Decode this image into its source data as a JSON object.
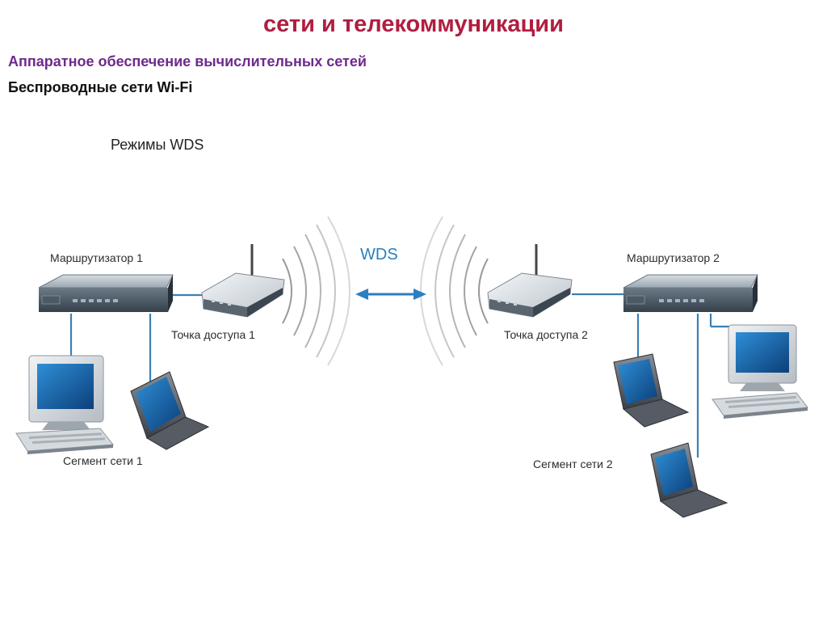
{
  "header": {
    "title": "сети и телекоммуникации",
    "subtitle": "Аппаратное обеспечение вычислительных сетей",
    "subtitle2": "Беспроводные сети Wi-Fi"
  },
  "diagram": {
    "heading": "Режимы WDS",
    "link_label": "WDS",
    "router1_label": "Маршрутизатор 1",
    "router2_label": "Маршрутизатор 2",
    "ap1_label": "Точка доступа 1",
    "ap2_label": "Точка доступа 2",
    "segment1_label": "Сегмент сети 1",
    "segment2_label": "Сегмент сети 2",
    "colors": {
      "title": "#b01e40",
      "subtitle": "#6e2a8c",
      "link_arrow": "#2a7fc0",
      "wires": "#3a80b5"
    }
  }
}
